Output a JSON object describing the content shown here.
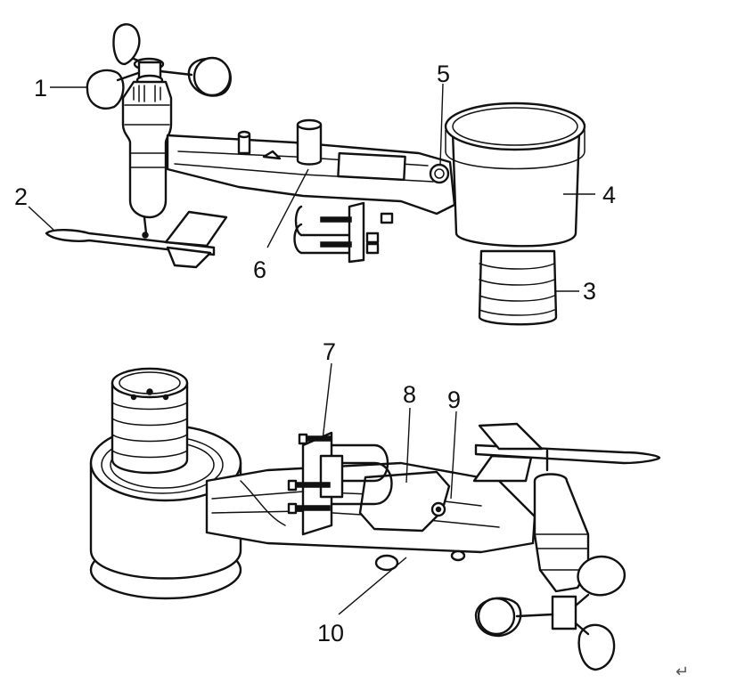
{
  "callouts": [
    {
      "id": "1",
      "label": "1"
    },
    {
      "id": "2",
      "label": "2"
    },
    {
      "id": "3",
      "label": "3"
    },
    {
      "id": "4",
      "label": "4"
    },
    {
      "id": "5",
      "label": "5"
    },
    {
      "id": "6",
      "label": "6"
    },
    {
      "id": "7",
      "label": "7"
    },
    {
      "id": "8",
      "label": "8"
    },
    {
      "id": "9",
      "label": "9"
    },
    {
      "id": "10",
      "label": "10"
    }
  ],
  "return_mark": "↵",
  "icons": [
    "weather-station-top-view",
    "weather-station-bottom-view"
  ]
}
